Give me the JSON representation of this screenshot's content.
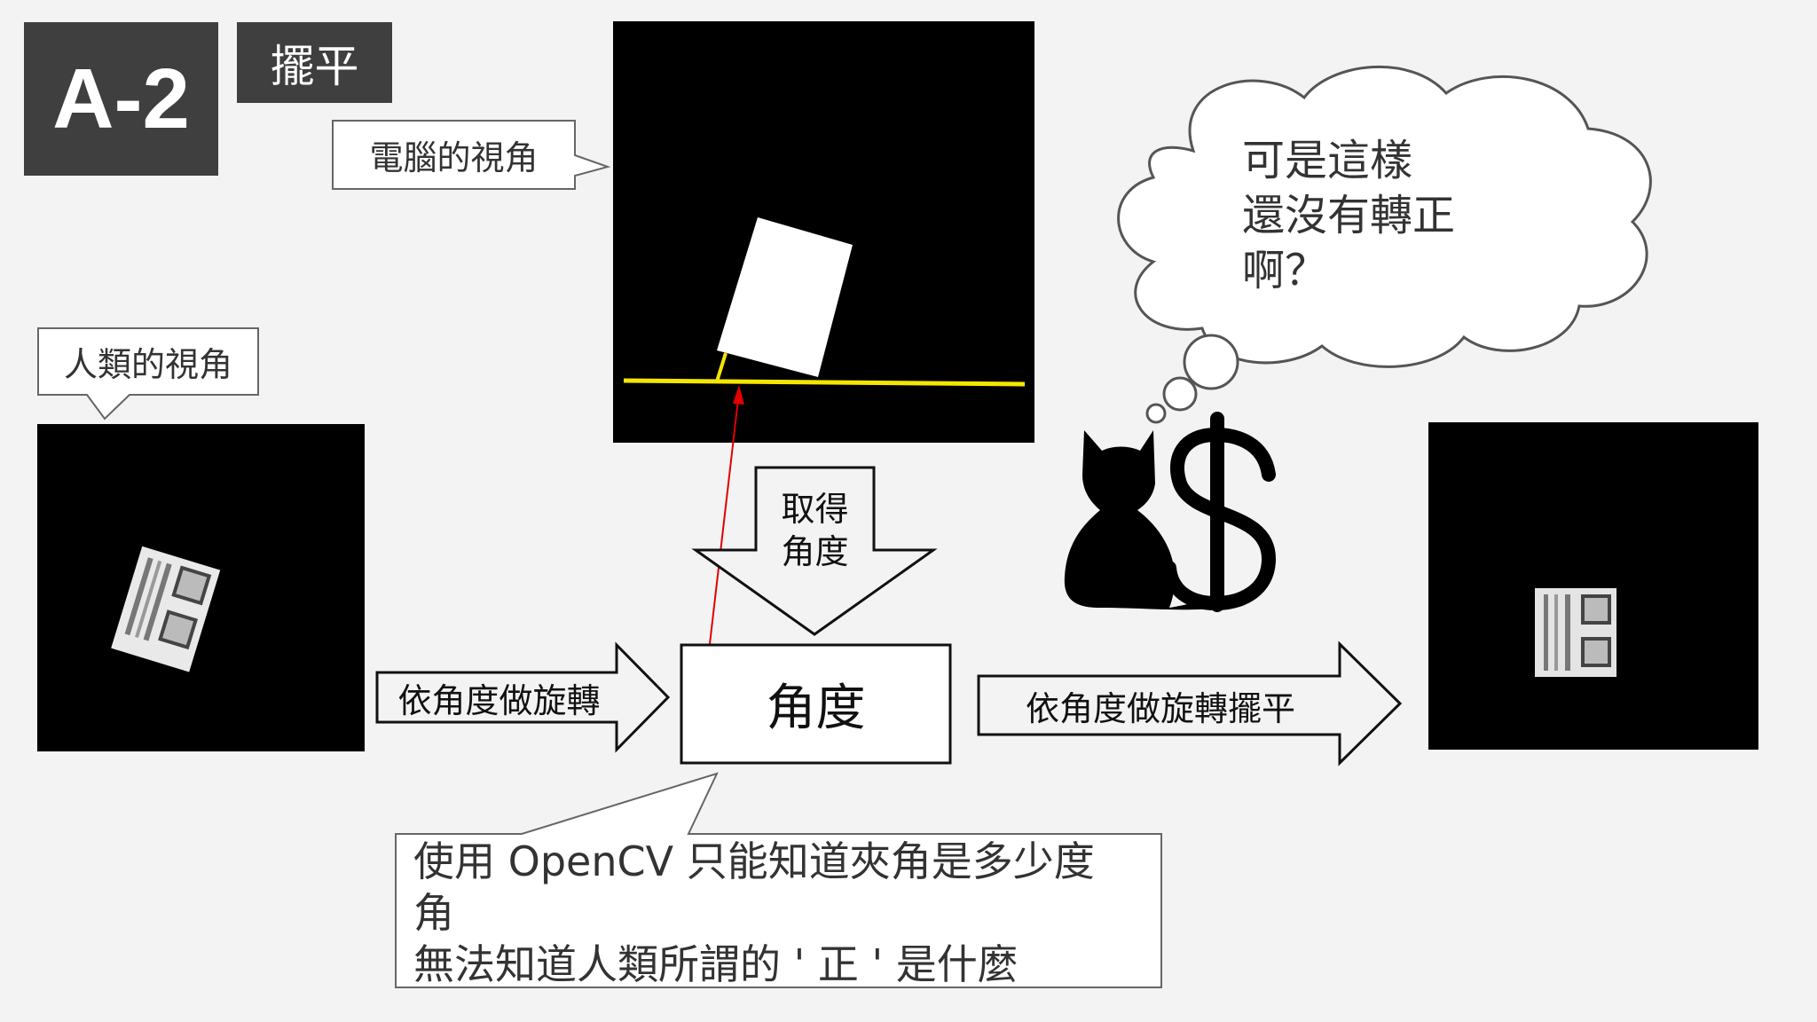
{
  "badge": {
    "code": "A-2",
    "title": "擺平"
  },
  "callouts": {
    "computer_view": "電腦的視角",
    "human_view": "人類的視角"
  },
  "thought": {
    "line1": "可是這樣",
    "line2": "還沒有轉正",
    "line3": "啊？"
  },
  "flow": {
    "get_angle_line1": "取得",
    "get_angle_line2": "角度",
    "rotate": "依角度做旋轉",
    "angle_box": "角度",
    "rotate_flatten": "依角度做旋轉擺平"
  },
  "note": {
    "line1": "使用 OpenCV 只能知道夾角是多少度",
    "line2": "角",
    "line3": "無法知道人類所謂的 ' 正 ' 是什麼"
  },
  "icons": {
    "cat": "cat-silhouette-icon",
    "dollar": "dollar-sign-icon"
  },
  "colors": {
    "badge_bg": "#3f3f3f",
    "baseline": "#f5e600",
    "pointer": "#e00000",
    "panel": "#000000"
  }
}
